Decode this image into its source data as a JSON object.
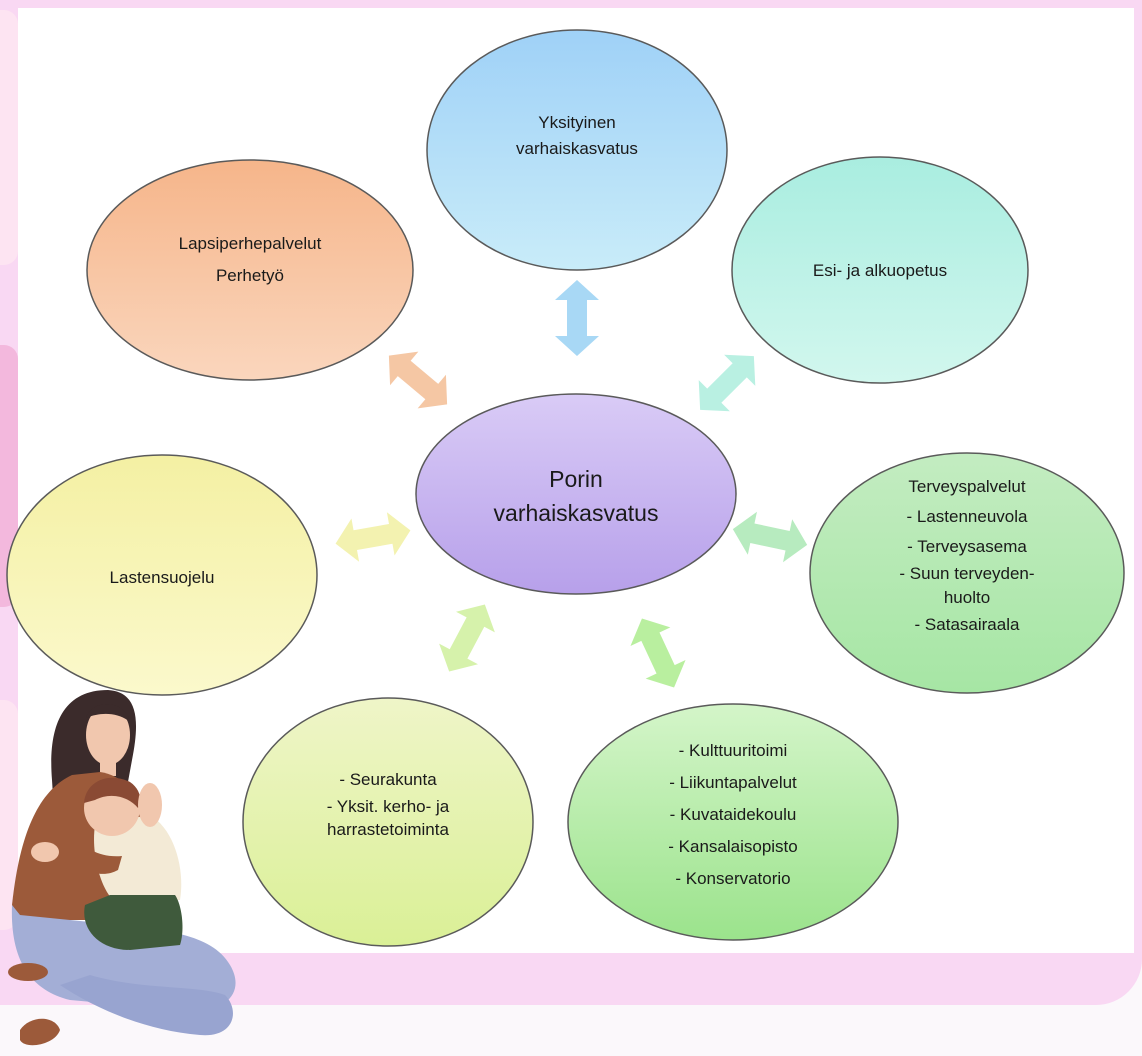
{
  "diagram": {
    "center": {
      "lines": [
        "Porin",
        "varhaiskasvatus"
      ]
    },
    "nodes": [
      {
        "id": "top",
        "lines": [
          "Yksityinen",
          "varhaiskasvatus"
        ]
      },
      {
        "id": "top-left",
        "lines": [
          "Lapsiperhepalvelut",
          "Perhetyö"
        ]
      },
      {
        "id": "top-right",
        "lines": [
          "Esi- ja alkuopetus"
        ]
      },
      {
        "id": "left",
        "lines": [
          "Lastensuojelu"
        ]
      },
      {
        "id": "right",
        "lines": [
          "Terveyspalvelut",
          "- Lastenneuvola",
          "- Terveysasema",
          "- Suun terveyden-",
          "huolto",
          "- Satasairaala"
        ]
      },
      {
        "id": "bottom-left",
        "lines": [
          "- Seurakunta",
          "- Yksit. kerho- ja",
          "harrastetoiminta"
        ]
      },
      {
        "id": "bottom-right",
        "lines": [
          "- Kulttuuritoimi",
          "- Liikuntapalvelut",
          "- Kuvataidekoulu",
          "- Kansalaisopisto",
          "- Konservatorio"
        ]
      }
    ]
  },
  "illustration": {
    "name": "mother-hugging-child"
  }
}
